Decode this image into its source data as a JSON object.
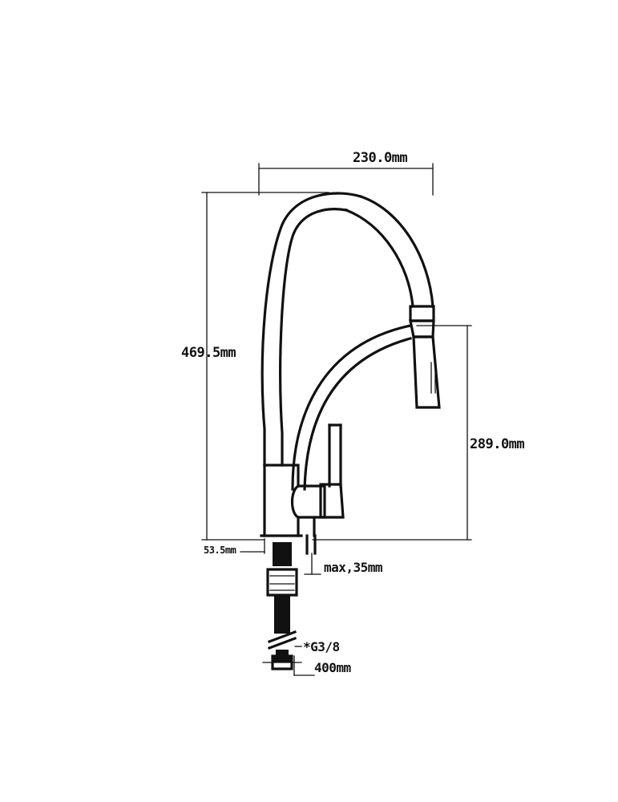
{
  "dimensions": {
    "width": "230.0mm",
    "height": "469.5mm",
    "spout_height": "289.0mm",
    "base_offset": "53.5mm",
    "max_thickness": "max,35mm",
    "thread": "*G3/8",
    "hose_length": "400mm"
  }
}
